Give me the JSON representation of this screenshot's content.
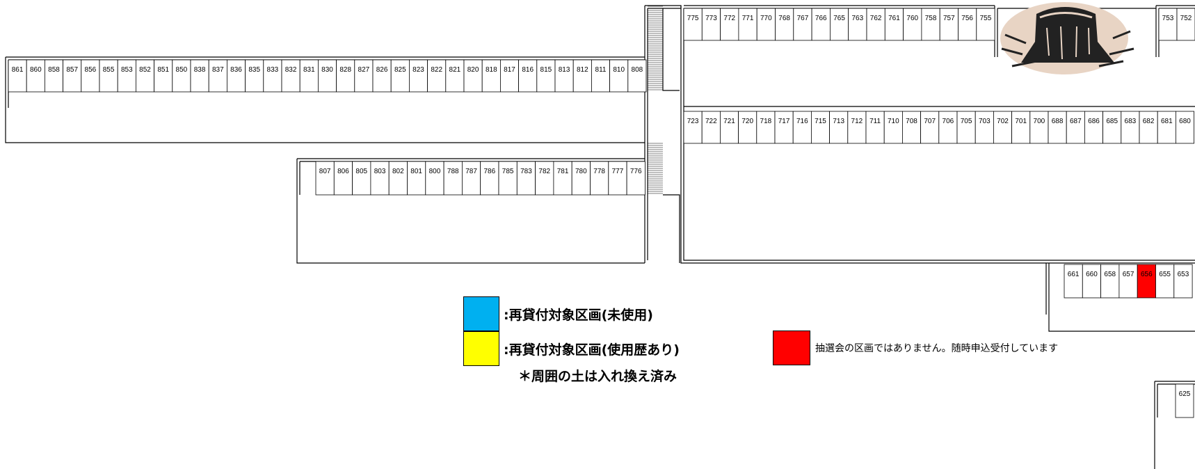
{
  "colors": {
    "reallocation_unused": "#00b0f0",
    "reallocation_used": "#ffff00",
    "anytime_application": "#ff0000",
    "stump_bg": "#e8d4c4"
  },
  "plots": {
    "row_far_left": [
      "861",
      "860",
      "858",
      "857",
      "856",
      "855",
      "853",
      "852",
      "851",
      "850",
      "838",
      "837",
      "836",
      "835",
      "833",
      "832",
      "831",
      "830",
      "828",
      "827",
      "826",
      "825",
      "823",
      "822",
      "821",
      "820",
      "818",
      "817",
      "816",
      "815",
      "813",
      "812",
      "811",
      "810",
      "808"
    ],
    "row_mid_left": [
      "807",
      "806",
      "805",
      "803",
      "802",
      "801",
      "800",
      "788",
      "787",
      "786",
      "785",
      "783",
      "782",
      "781",
      "780",
      "778",
      "777",
      "776"
    ],
    "row_top_right": [
      "775",
      "773",
      "772",
      "771",
      "770",
      "768",
      "767",
      "766",
      "765",
      "763",
      "762",
      "761",
      "760",
      "758",
      "757",
      "756",
      "755"
    ],
    "row_top_far_right": [
      "753",
      "752"
    ],
    "row_middle_right": [
      "723",
      "722",
      "721",
      "720",
      "718",
      "717",
      "716",
      "715",
      "713",
      "712",
      "711",
      "710",
      "708",
      "707",
      "706",
      "705",
      "703",
      "702",
      "701",
      "700",
      "688",
      "687",
      "686",
      "685",
      "683",
      "682",
      "681",
      "680"
    ],
    "row_bottom_right": [
      "661",
      "660",
      "658",
      "657",
      "656",
      "655",
      "653"
    ],
    "row_single": [
      "625"
    ],
    "highlighted_red": [
      "656"
    ]
  },
  "legend": {
    "blue_label": ":再貸付対象区画(未使用)",
    "yellow_label": ":再貸付対象区画(使用歴あり)",
    "soil_note": "＊周囲の土は入れ換え済み",
    "red_label": "抽選会の区画ではありません。随時申込受付しています"
  },
  "illustration": {
    "icon": "tree-stump-icon"
  }
}
